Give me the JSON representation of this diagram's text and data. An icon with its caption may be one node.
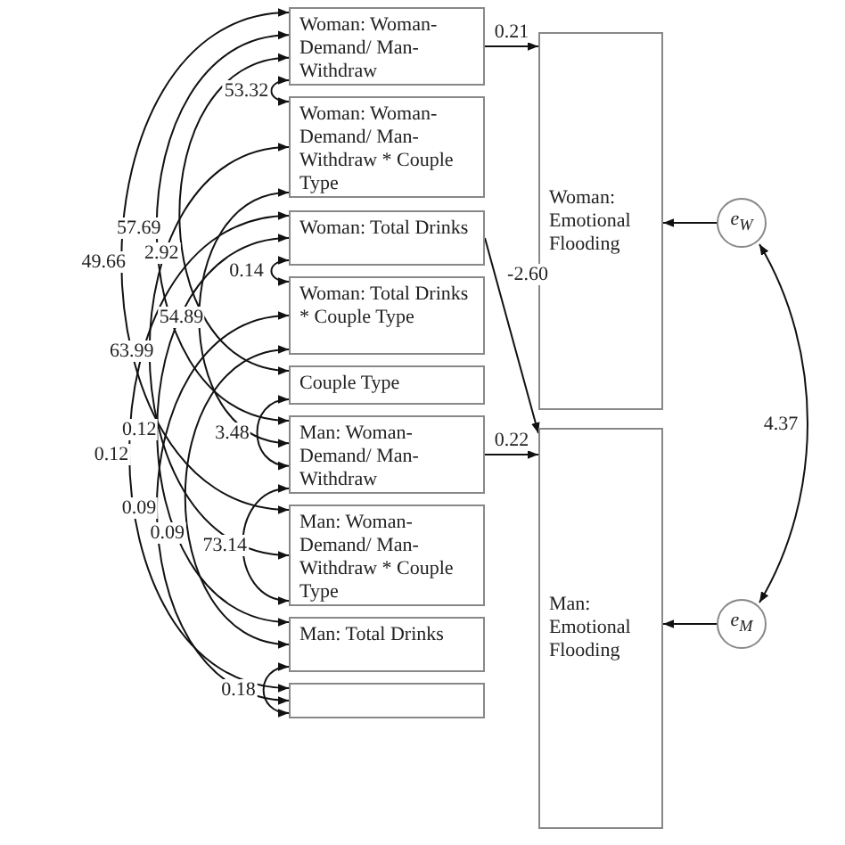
{
  "diagram": {
    "nodes": [
      {
        "text": [
          "Woman: Woman-Demand/ Man-Withdraw"
        ]
      },
      {
        "text": [
          "Woman: Woman-Demand/ Man-Withdraw * Couple Type"
        ]
      },
      {
        "text": [
          "Woman: Total Drinks"
        ]
      },
      {
        "text": [
          "Woman: Total Drinks * Couple Type"
        ]
      },
      {
        "text": [
          "Couple Type"
        ]
      },
      {
        "text": [
          "Man: Woman-Demand/ Man-Withdraw"
        ]
      },
      {
        "text": [
          "Man: Woman-Demand/ Man-Withdraw * Couple Type"
        ]
      },
      {
        "text": [
          "Man: Total Drinks"
        ]
      },
      {
        "text": [],
        "shape": "box"
      },
      {
        "text": [
          "Woman: Emotional Flooding"
        ]
      },
      {
        "text": [
          "Man: Emotional Flooding"
        ]
      },
      {
        "text": [
          "e$_{W}$"
        ]
      },
      {
        "text": [
          "e$_{M}$"
        ]
      }
    ],
    "edges": [
      {
        "from": 0,
        "to": 9,
        "arrow": "to",
        "label": "0.21"
      },
      {
        "from": 2,
        "to": 10,
        "arrow": "to",
        "label": "-2.60"
      },
      {
        "from": 5,
        "to": 10,
        "arrow": "to",
        "label": "0.22"
      },
      {
        "from": 11,
        "to": 9,
        "arrow": "to"
      },
      {
        "from": 12,
        "to": 10,
        "arrow": "to"
      },
      {
        "from": 11,
        "to": 12,
        "arrow": "both",
        "label": "4.37"
      },
      {
        "from": 0,
        "to": 1,
        "arrow": "both",
        "label": "53.32"
      },
      {
        "from": 2,
        "to": 3,
        "arrow": "both",
        "label": "0.14"
      },
      {
        "from": 4,
        "to": 5,
        "arrow": "both",
        "label": "3.48"
      },
      {
        "from": 5,
        "to": 6,
        "arrow": "both",
        "label": "73.14"
      },
      {
        "from": 7,
        "to": 8,
        "arrow": "both",
        "label": "0.18"
      },
      {
        "from": 0,
        "to": 5,
        "arrow": "both",
        "label": "57.69"
      },
      {
        "from": 0,
        "to": 4,
        "arrow": "both",
        "label": "2.92"
      },
      {
        "from": 0,
        "to": 6,
        "arrow": "both",
        "label": "49.66"
      },
      {
        "from": 1,
        "to": 5,
        "arrow": "both",
        "label": "54.89"
      },
      {
        "from": 1,
        "to": 6,
        "arrow": "both",
        "label": "63.99"
      },
      {
        "from": 2,
        "to": 7,
        "arrow": "both",
        "label": "0.12"
      },
      {
        "from": 3,
        "to": 8,
        "arrow": "both",
        "label": "0.09"
      },
      {
        "from": 2,
        "to": 8,
        "arrow": "both",
        "label": "0.12"
      },
      {
        "from": 3,
        "to": 7,
        "arrow": "both",
        "label": "0.09"
      }
    ]
  }
}
